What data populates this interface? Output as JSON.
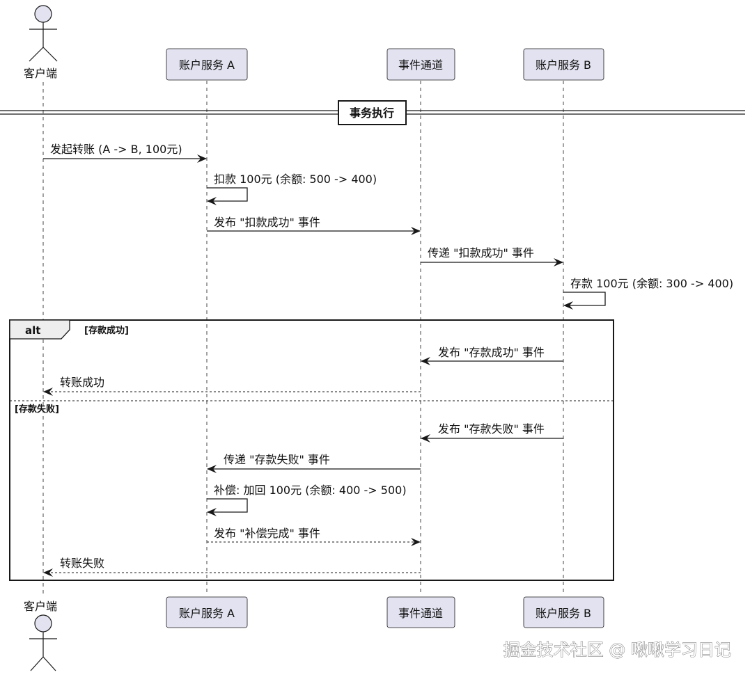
{
  "participants": [
    {
      "id": "client",
      "label": "客户端",
      "kind": "actor"
    },
    {
      "id": "svcA",
      "label": "账户服务 A",
      "kind": "participant"
    },
    {
      "id": "bus",
      "label": "事件通道",
      "kind": "participant"
    },
    {
      "id": "svcB",
      "label": "账户服务 B",
      "kind": "participant"
    }
  ],
  "divider": {
    "label": "事务执行"
  },
  "messages": [
    {
      "from": "client",
      "to": "svcA",
      "label": "发起转账 (A -> B, 100元)",
      "style": "solid"
    },
    {
      "from": "svcA",
      "to": "svcA",
      "label": "扣款 100元 (余额: 500 -> 400)",
      "style": "solid"
    },
    {
      "from": "svcA",
      "to": "bus",
      "label": "发布 \"扣款成功\" 事件",
      "style": "solid"
    },
    {
      "from": "bus",
      "to": "svcB",
      "label": "传递 \"扣款成功\" 事件",
      "style": "solid"
    },
    {
      "from": "svcB",
      "to": "svcB",
      "label": "存款 100元 (余额: 300 -> 400)",
      "style": "solid"
    },
    {
      "from": "svcB",
      "to": "bus",
      "label": "发布 \"存款成功\" 事件",
      "style": "solid"
    },
    {
      "from": "bus",
      "to": "client",
      "label": "转账成功",
      "style": "dashed"
    },
    {
      "from": "svcB",
      "to": "bus",
      "label": "发布 \"存款失败\" 事件",
      "style": "solid"
    },
    {
      "from": "bus",
      "to": "svcA",
      "label": "传递 \"存款失败\" 事件",
      "style": "solid"
    },
    {
      "from": "svcA",
      "to": "svcA",
      "label": "补偿: 加回 100元 (余额: 400 -> 500)",
      "style": "solid"
    },
    {
      "from": "svcA",
      "to": "bus",
      "label": "发布 \"补偿完成\" 事件",
      "style": "dashed"
    },
    {
      "from": "bus",
      "to": "client",
      "label": "转账失败",
      "style": "dashed"
    }
  ],
  "alt": {
    "keyword": "alt",
    "guard": "[存款成功]",
    "else_guard": "[存款失败]"
  },
  "watermark": "掘金技术社区 @ 啾啾学习日记",
  "colors": {
    "participant_fill": "#e2e2f0",
    "participant_stroke": "#181818",
    "lifeline": "#181818",
    "arrow": "#181818",
    "text": "#111111"
  }
}
